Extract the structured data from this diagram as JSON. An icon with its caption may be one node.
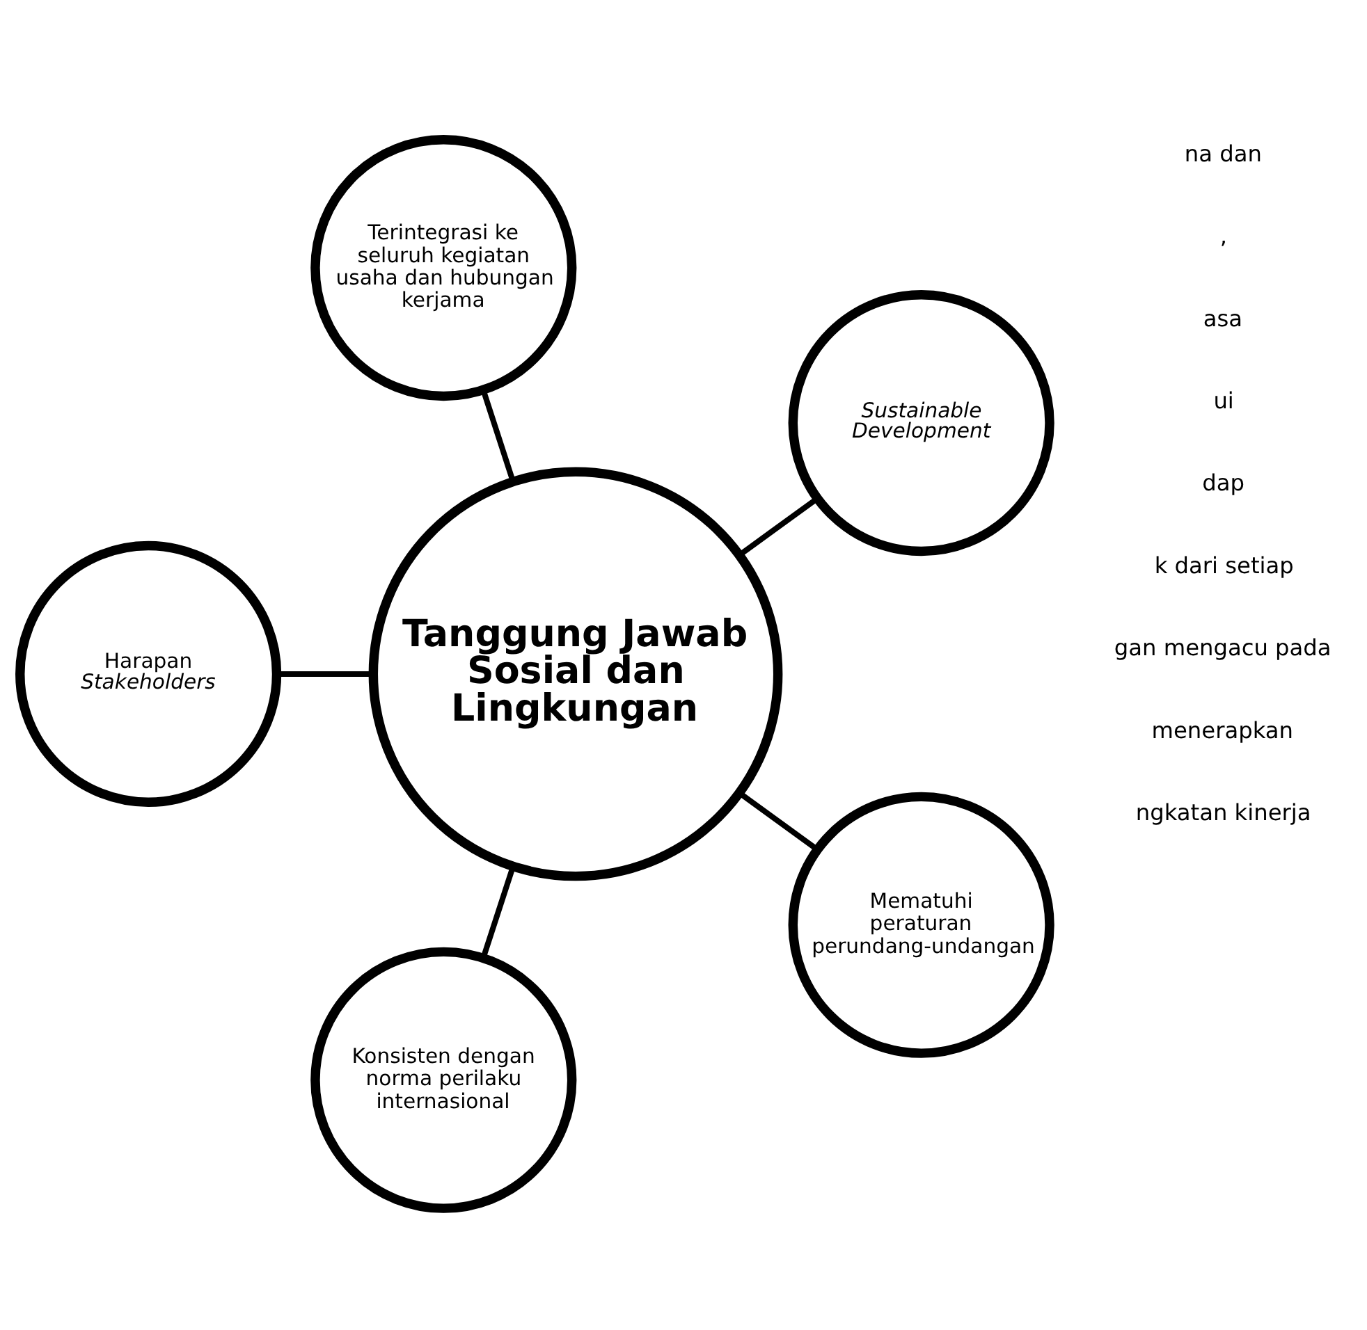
{
  "diagram": {
    "nodes": [
      {
        "text": [
          "Tanggung Jawab Sosial dan Lingkungan"
        ]
      },
      {
        "text": [
          "Sustainable Development"
        ]
      },
      {
        "text": [
          "Terintegrasi ke seluruh kegiatan usaha dan hubungan kerjama"
        ]
      },
      {
        "text": [
          "Harapan *Stakeholders*"
        ]
      },
      {
        "text": [
          "Konsisten dengan norma perilaku internasional"
        ]
      },
      {
        "text": [
          "Mematuhi peraturan perundang-undangan"
        ]
      }
    ],
    "edges": [
      {
        "from": 0,
        "to": 1,
        "arrow": "none"
      },
      {
        "from": 0,
        "to": 2,
        "arrow": "none"
      },
      {
        "from": 0,
        "to": 3,
        "arrow": "none"
      },
      {
        "from": 0,
        "to": 4,
        "arrow": "none"
      },
      {
        "from": 0,
        "to": 5,
        "arrow": "none"
      }
    ],
    "labels": [
      "ngkatan kinerja",
      "menerapkan",
      "gan mengacu pada",
      "k dari setiap",
      "dap",
      "ui",
      "asa",
      ",",
      "na dan"
    ]
  }
}
